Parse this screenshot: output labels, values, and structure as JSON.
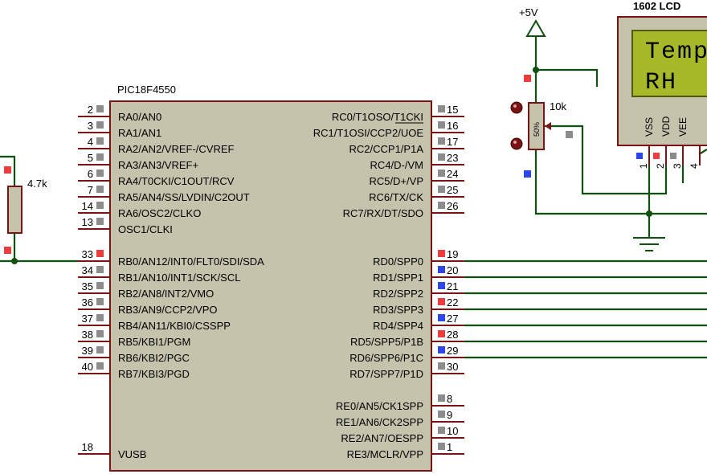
{
  "mcu": {
    "name": "PIC18F4550",
    "left_pins": [
      {
        "num": "2",
        "label": "RA0/AN0",
        "state": "gray"
      },
      {
        "num": "3",
        "label": "RA1/AN1",
        "state": "gray"
      },
      {
        "num": "4",
        "label": "RA2/AN2/VREF-/CVREF",
        "state": "gray"
      },
      {
        "num": "5",
        "label": "RA3/AN3/VREF+",
        "state": "gray"
      },
      {
        "num": "6",
        "label": "RA4/T0CKI/C1OUT/RCV",
        "state": "gray"
      },
      {
        "num": "7",
        "label": "RA5/AN4/SS/LVDIN/C2OUT",
        "state": "gray"
      },
      {
        "num": "14",
        "label": "RA6/OSC2/CLKO",
        "state": "gray"
      },
      {
        "num": "13",
        "label": "OSC1/CLKI",
        "state": "gray"
      },
      {
        "num": "33",
        "label": "RB0/AN12/INT0/FLT0/SDI/SDA",
        "state": "red"
      },
      {
        "num": "34",
        "label": "RB1/AN10/INT1/SCK/SCL",
        "state": "gray"
      },
      {
        "num": "35",
        "label": "RB2/AN8/INT2/VMO",
        "state": "gray"
      },
      {
        "num": "36",
        "label": "RB3/AN9/CCP2/VPO",
        "state": "gray"
      },
      {
        "num": "37",
        "label": "RB4/AN11/KBI0/CSSPP",
        "state": "gray"
      },
      {
        "num": "38",
        "label": "RB5/KBI1/PGM",
        "state": "gray"
      },
      {
        "num": "39",
        "label": "RB6/KBI2/PGC",
        "state": "gray"
      },
      {
        "num": "40",
        "label": "RB7/KBI3/PGD",
        "state": "gray"
      },
      {
        "num": "18",
        "label": "VUSB",
        "state": "none"
      }
    ],
    "right_pins": [
      {
        "num": "15",
        "label": "RC0/T1OSO/T1CKI",
        "state": "gray"
      },
      {
        "num": "16",
        "label": "RC1/T1OSI/CCP2/UOE",
        "state": "gray"
      },
      {
        "num": "17",
        "label": "RC2/CCP1/P1A",
        "state": "gray"
      },
      {
        "num": "23",
        "label": "RC4/D-/VM",
        "state": "gray"
      },
      {
        "num": "24",
        "label": "RC5/D+/VP",
        "state": "gray"
      },
      {
        "num": "25",
        "label": "RC6/TX/CK",
        "state": "gray"
      },
      {
        "num": "26",
        "label": "RC7/RX/DT/SDO",
        "state": "gray"
      },
      {
        "num": "19",
        "label": "RD0/SPP0",
        "state": "red"
      },
      {
        "num": "20",
        "label": "RD1/SPP1",
        "state": "blue"
      },
      {
        "num": "21",
        "label": "RD2/SPP2",
        "state": "blue"
      },
      {
        "num": "22",
        "label": "RD3/SPP3",
        "state": "red"
      },
      {
        "num": "27",
        "label": "RD4/SPP4",
        "state": "blue"
      },
      {
        "num": "28",
        "label": "RD5/SPP5/P1B",
        "state": "red"
      },
      {
        "num": "29",
        "label": "RD6/SPP6/P1C",
        "state": "blue"
      },
      {
        "num": "30",
        "label": "RD7/SPP7/P1D",
        "state": "gray"
      },
      {
        "num": "8",
        "label": "RE0/AN5/CK1SPP",
        "state": "gray"
      },
      {
        "num": "9",
        "label": "RE1/AN6/CK2SPP",
        "state": "gray"
      },
      {
        "num": "10",
        "label": "RE2/AN7/OESPP",
        "state": "gray"
      },
      {
        "num": "1",
        "label": "RE3/MCLR/VPP",
        "state": "gray"
      }
    ]
  },
  "resistor": {
    "value": "4.7k"
  },
  "potentiometer": {
    "value": "10k",
    "wiper": "50%"
  },
  "power": {
    "label": "+5V"
  },
  "lcd": {
    "name": "1602 LCD",
    "line1": "Temp",
    "line2": "RH",
    "pins": [
      {
        "num": "1",
        "label": "VSS",
        "state": "blue"
      },
      {
        "num": "2",
        "label": "VDD",
        "state": "red"
      },
      {
        "num": "3",
        "label": "VEE",
        "state": "gray"
      },
      {
        "num": "4",
        "label": "",
        "state": "none"
      }
    ]
  },
  "colors": {
    "wire": "#0f4f0f",
    "body_fill": "#c6c3ad",
    "body_stroke": "#7a1414",
    "lcd_screen": "#a7b829",
    "pin_red": "#ee3b3b",
    "pin_blue": "#2e46e6",
    "pin_gray": "#8c8c8c"
  }
}
